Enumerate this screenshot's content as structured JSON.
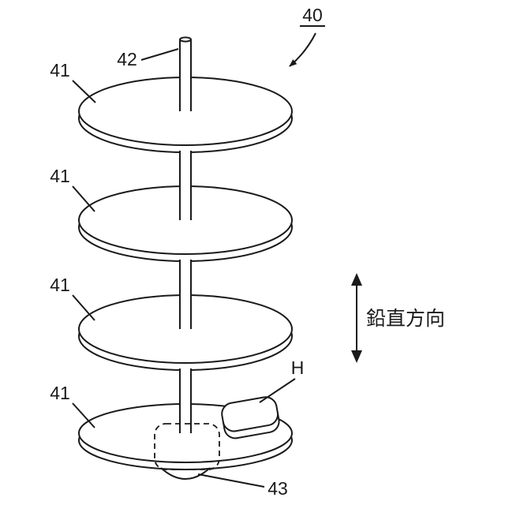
{
  "figure": {
    "labels": {
      "ref40": "40",
      "ref41": "41",
      "ref42": "42",
      "ref43": "43",
      "refH": "H",
      "direction": "鉛直方向"
    },
    "colors": {
      "line": "#1a1a1a",
      "background": "#ffffff"
    }
  }
}
